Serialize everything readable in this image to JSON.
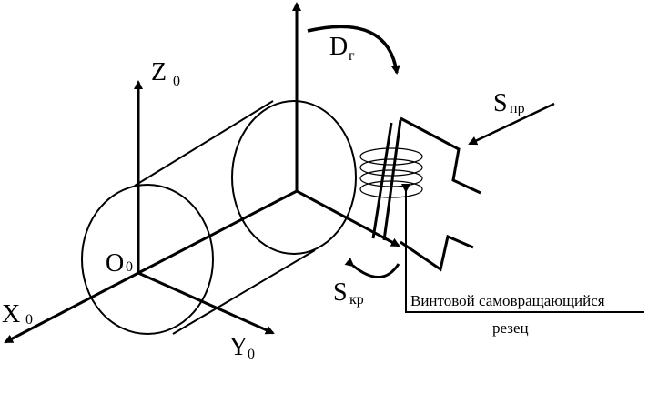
{
  "labels": {
    "x_axis": "X",
    "x_sub": "0",
    "y_axis": "Y",
    "y_sub": "0",
    "z_axis": "Z",
    "z_sub": "0",
    "origin": "O",
    "origin_sub": "0",
    "rotation": "D",
    "rotation_sub": "г",
    "feed_long": "S",
    "feed_long_sub": "пр",
    "feed_circ": "S",
    "feed_circ_sub": "кр"
  },
  "callout": {
    "line1": "Винтовой самовращающийся",
    "line2": "резец"
  }
}
